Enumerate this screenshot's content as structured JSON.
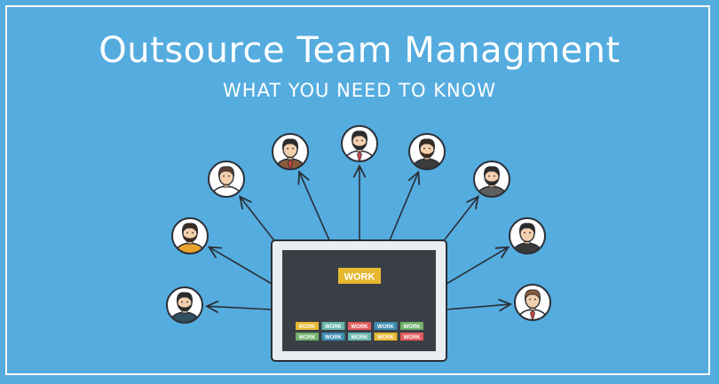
{
  "header": {
    "title": "Outsource Team Managment",
    "subtitle": "WHAT YOU NEED TO KNOW"
  },
  "board": {
    "main_label": "WORK",
    "tasks": [
      {
        "label": "WORK",
        "color": "#e8b830"
      },
      {
        "label": "WORK",
        "color": "#6bb6ae"
      },
      {
        "label": "WORK",
        "color": "#e25c5c"
      },
      {
        "label": "WORK",
        "color": "#3d8db3"
      },
      {
        "label": "WORK",
        "color": "#6fb06b"
      },
      {
        "label": "WORK",
        "color": "#6fb06b"
      },
      {
        "label": "WORK",
        "color": "#3d8db3"
      },
      {
        "label": "WORK",
        "color": "#6bb6ae"
      },
      {
        "label": "WORK",
        "color": "#e8b830"
      },
      {
        "label": "WORK",
        "color": "#e25c5c"
      }
    ]
  },
  "colors": {
    "background": "#55acdf",
    "outline": "#2b2f36",
    "board_screen": "#3a3f46",
    "board_frame": "#e9eef3",
    "work_badge": "#e8b830"
  },
  "team": [
    {
      "icon": "person-icon",
      "shirt": "#2f4f5c",
      "hair": "#2b2b2b",
      "tie": false,
      "beard": true
    },
    {
      "icon": "person-icon",
      "shirt": "#e8a22e",
      "hair": "#3a2c22",
      "tie": false,
      "beard": true
    },
    {
      "icon": "person-icon",
      "shirt": "#ffffff",
      "hair": "#5a4030",
      "tie": false,
      "beard": false
    },
    {
      "icon": "person-icon",
      "shirt": "#8a5a3c",
      "hair": "#2b2b2b",
      "tie": true,
      "beard": false
    },
    {
      "icon": "person-icon",
      "shirt": "#ffffff",
      "hair": "#2b2b2b",
      "tie": true,
      "beard": true
    },
    {
      "icon": "person-icon",
      "shirt": "#3d3d3d",
      "hair": "#3a2c22",
      "tie": false,
      "beard": true
    },
    {
      "icon": "person-icon",
      "shirt": "#5f5f5f",
      "hair": "#2b2b2b",
      "tie": false,
      "beard": true
    },
    {
      "icon": "person-icon",
      "shirt": "#3a3a3a",
      "hair": "#2b2b2b",
      "tie": false,
      "beard": false
    },
    {
      "icon": "person-icon",
      "shirt": "#ffffff",
      "hair": "#8a5a3c",
      "tie": true,
      "beard": false
    }
  ]
}
